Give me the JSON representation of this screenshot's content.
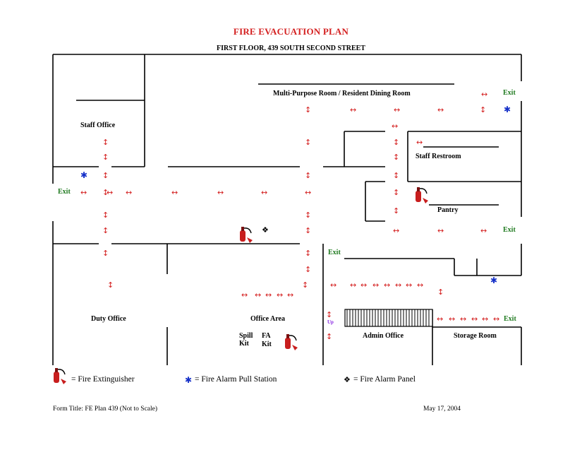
{
  "title": "FIRE EVACUATION PLAN",
  "subtitle": "FIRST FLOOR, 439 SOUTH SECOND STREET",
  "rooms": {
    "multi_purpose": "Multi-Purpose Room  / Resident Dining Room",
    "staff_office": "Staff Office",
    "staff_restroom": "Staff Restroom",
    "pantry": "Pantry",
    "duty_office": "Duty Office",
    "office_area": "Office Area",
    "admin_office": "Admin Office",
    "storage_room": "Storage Room",
    "spill_kit": "Spill Kit",
    "fa_kit": "FA Kit"
  },
  "exit_label": "Exit",
  "up_label": "Up",
  "legend": {
    "extinguisher": "= Fire Extinguisher",
    "pull_station": "= Fire Alarm Pull Station",
    "alarm_panel": "= Fire Alarm Panel"
  },
  "footer": {
    "form_title": "Form Title: FE Plan 439 (Not to Scale)",
    "date": "May 17, 2004"
  },
  "colors": {
    "title": "#d42020",
    "arrows": "#d42020",
    "exit": "#1f7a1f",
    "pull_station": "#1530c8",
    "up_marker": "#8a2be2"
  },
  "icons": {
    "extinguisher": "fire-extinguisher-icon",
    "pull_station": "star-icon",
    "alarm_panel": "diamond-icon"
  }
}
